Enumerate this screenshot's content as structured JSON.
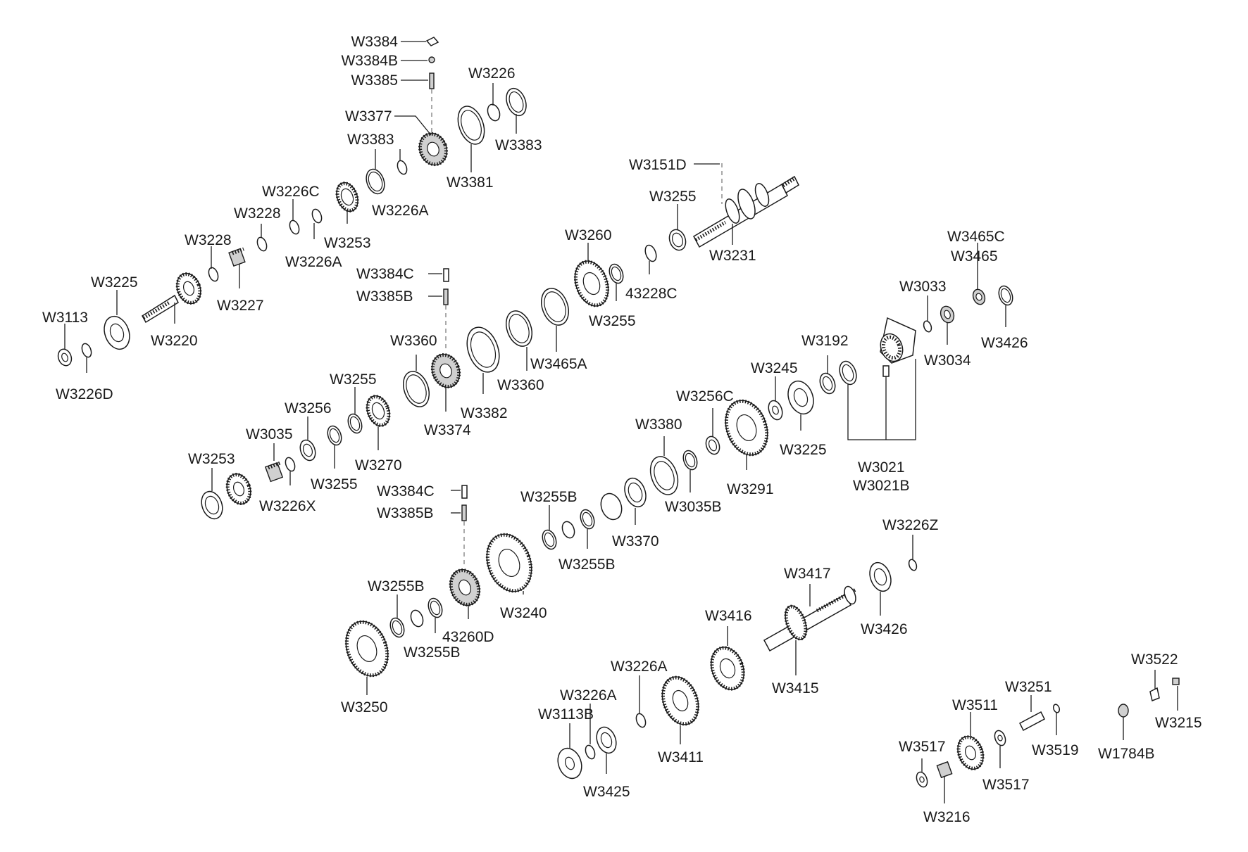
{
  "diagram": {
    "labels": {
      "W3384": "W3384",
      "W3384B": "W3384B",
      "W3385": "W3385",
      "W3226_top": "W3226",
      "W3377": "W3377",
      "W3383_left": "W3383",
      "W3383_right": "W3383",
      "W3381": "W3381",
      "W3226C": "W3226C",
      "W3226A_top": "W3226A",
      "W3228_a": "W3228",
      "W3253_top": "W3253",
      "W3228_b": "W3228",
      "W3226A_mid": "W3226A",
      "W3225_left": "W3225",
      "W3227": "W3227",
      "W3220": "W3220",
      "W3113": "W3113",
      "W3226D": "W3226D",
      "W3151D": "W3151D",
      "W3255_shaft": "W3255",
      "W3231": "W3231",
      "W3260": "W3260",
      "43228C": "43228C",
      "W3255_b": "W3255",
      "W3384C_a": "W3384C",
      "W3385B_a": "W3385B",
      "W3465A": "W3465A",
      "W3360_a": "W3360",
      "W3360_b": "W3360",
      "W3374": "W3374",
      "W3382": "W3382",
      "W3255_c": "W3255",
      "W3256": "W3256",
      "W3270": "W3270",
      "W3035": "W3035",
      "W3255_d": "W3255",
      "W3253_left": "W3253",
      "W3226X": "W3226X",
      "W3465C": "W3465C",
      "W3465": "W3465",
      "W3033": "W3033",
      "W3426_right": "W3426",
      "W3034": "W3034",
      "W3192": "W3192",
      "W3245": "W3245",
      "W3256C": "W3256C",
      "W3225_right": "W3225",
      "W3380": "W3380",
      "W3291": "W3291",
      "W3035B": "W3035B",
      "W3021": "W3021",
      "W3021B": "W3021B",
      "W3384C_b": "W3384C",
      "W3385B_b": "W3385B",
      "W3255B_a": "W3255B",
      "W3255B_b": "W3255B",
      "W3370": "W3370",
      "W3240": "W3240",
      "W3255B_c": "W3255B",
      "43260D": "43260D",
      "W3255B_d": "W3255B",
      "W3250": "W3250",
      "W3226Z": "W3226Z",
      "W3417": "W3417",
      "W3426_low": "W3426",
      "W3416": "W3416",
      "W3415": "W3415",
      "W3226A_low1": "W3226A",
      "W3226A_low2": "W3226A",
      "W3113B": "W3113B",
      "W3411": "W3411",
      "W3425": "W3425",
      "W3522": "W3522",
      "W3251": "W3251",
      "W3511": "W3511",
      "W3215": "W3215",
      "W3517_a": "W3517",
      "W3519": "W3519",
      "W1784B": "W1784B",
      "W3517_b": "W3517",
      "W3216": "W3216"
    }
  }
}
